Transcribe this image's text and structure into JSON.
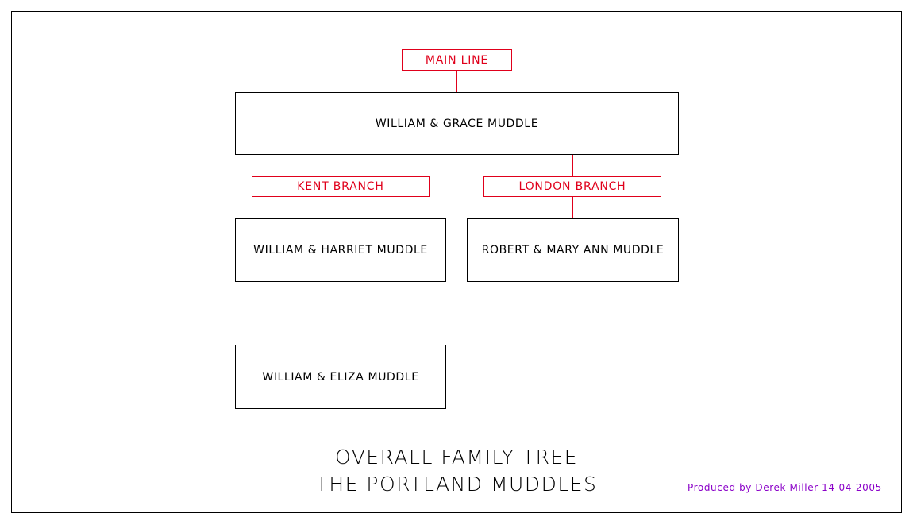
{
  "labels": {
    "main_line": "MAIN LINE",
    "kent_branch": "KENT BRANCH",
    "london_branch": "LONDON BRANCH"
  },
  "people": {
    "william_grace": "WILLIAM & GRACE MUDDLE",
    "william_harriet": "WILLIAM & HARRIET MUDDLE",
    "robert_mary_ann": "ROBERT & MARY ANN MUDDLE",
    "william_eliza": "WILLIAM & ELIZA MUDDLE"
  },
  "title": {
    "line1": "OVERALL FAMILY TREE",
    "line2": "THE PORTLAND MUDDLES"
  },
  "credit": "Produced by Derek Miller 14-04-2005",
  "colors": {
    "branch_label": "#e0001b",
    "credit_text": "#8a00c8",
    "box_border": "#000000"
  }
}
